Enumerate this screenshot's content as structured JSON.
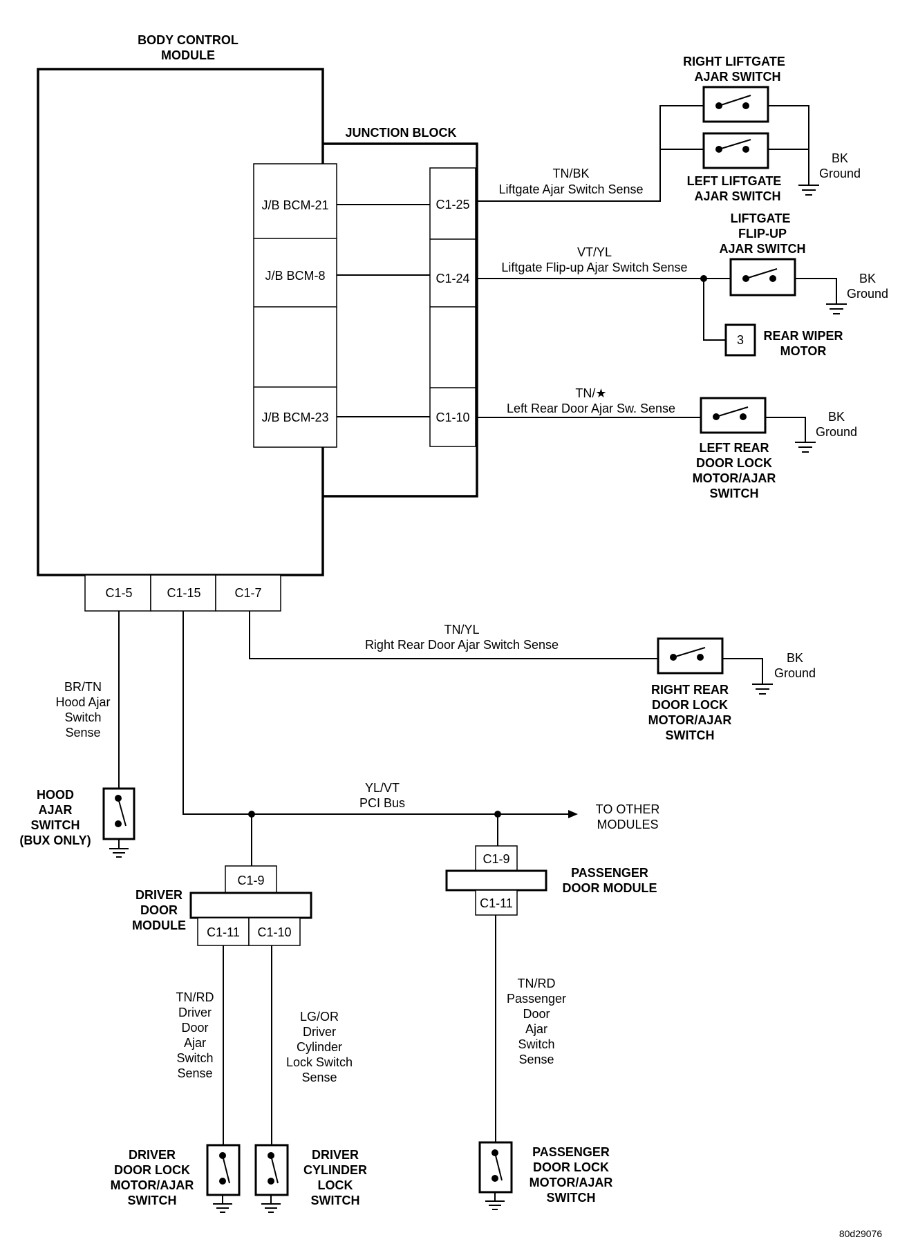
{
  "diagram": {
    "modules": {
      "bcm": {
        "title_line1": "BODY CONTROL",
        "title_line2": "MODULE",
        "pins_bottom": [
          "C1-5",
          "C1-15",
          "C1-7"
        ]
      },
      "junction_block": {
        "title": "JUNCTION BLOCK",
        "left_pins": [
          "J/B BCM-21",
          "J/B BCM-8",
          "",
          "J/B BCM-23"
        ],
        "right_pins": [
          "C1-25",
          "C1-24",
          "",
          "C1-10"
        ]
      },
      "driver_door_module": {
        "label_lines": [
          "DRIVER",
          "DOOR",
          "MODULE"
        ],
        "pin_top": "C1-9",
        "pins_bottom": [
          "C1-11",
          "C1-10"
        ]
      },
      "passenger_door_module": {
        "label_lines": [
          "PASSENGER",
          "DOOR MODULE"
        ],
        "pin_top": "C1-9",
        "pin_bottom": "C1-11"
      }
    },
    "circuits": {
      "liftgate_ajar": {
        "color": "TN/BK",
        "name": "Liftgate Ajar Switch Sense"
      },
      "liftgate_flipup": {
        "color": "VT/YL",
        "name": "Liftgate Flip-up  Ajar Switch Sense"
      },
      "left_rear_door": {
        "color": "TN/★",
        "name": "Left Rear Door Ajar Sw. Sense"
      },
      "right_rear_door": {
        "color": "TN/YL",
        "name": "Right Rear Door Ajar Switch Sense"
      },
      "hood_ajar": {
        "lines": [
          "BR/TN",
          "Hood Ajar",
          "Switch",
          "Sense"
        ]
      },
      "pci_bus": {
        "color": "YL/VT",
        "name": "PCI Bus",
        "destination_lines": [
          "TO OTHER",
          "MODULES"
        ]
      },
      "driver_door_ajar": {
        "lines": [
          "TN/RD",
          "Driver",
          "Door",
          "Ajar",
          "Switch",
          "Sense"
        ]
      },
      "driver_cylinder": {
        "lines": [
          "LG/OR",
          "Driver",
          "Cylinder",
          "Lock Switch",
          "Sense"
        ]
      },
      "passenger_door_ajar": {
        "lines": [
          "TN/RD",
          "Passenger",
          "Door",
          "Ajar",
          "Switch",
          "Sense"
        ]
      }
    },
    "components": {
      "right_liftgate": [
        "RIGHT  LIFTGATE",
        "AJAR SWITCH"
      ],
      "left_liftgate": [
        "LEFT LIFTGATE",
        "AJAR SWITCH"
      ],
      "liftgate_flipup": [
        "LIFTGATE",
        "FLIP-UP",
        "AJAR SWITCH"
      ],
      "rear_wiper": {
        "pin": "3",
        "lines": [
          "REAR WIPER",
          "MOTOR"
        ]
      },
      "left_rear_door": [
        "LEFT REAR",
        "DOOR LOCK",
        "MOTOR/AJAR",
        "SWITCH"
      ],
      "right_rear_door": [
        "RIGHT REAR",
        "DOOR LOCK",
        "MOTOR/AJAR",
        "SWITCH"
      ],
      "hood_ajar": [
        "HOOD",
        "AJAR",
        "SWITCH",
        "(BUX ONLY)"
      ],
      "driver_door_lock": [
        "DRIVER",
        "DOOR LOCK",
        "MOTOR/AJAR",
        "SWITCH"
      ],
      "driver_cylinder": [
        "DRIVER",
        "CYLINDER",
        "LOCK",
        "SWITCH"
      ],
      "passenger_door_lock": [
        "PASSENGER",
        "DOOR LOCK",
        "MOTOR/AJAR",
        "SWITCH"
      ]
    },
    "grounds": {
      "bk": "BK",
      "ground": "Ground"
    },
    "figure_id": "80d29076"
  }
}
